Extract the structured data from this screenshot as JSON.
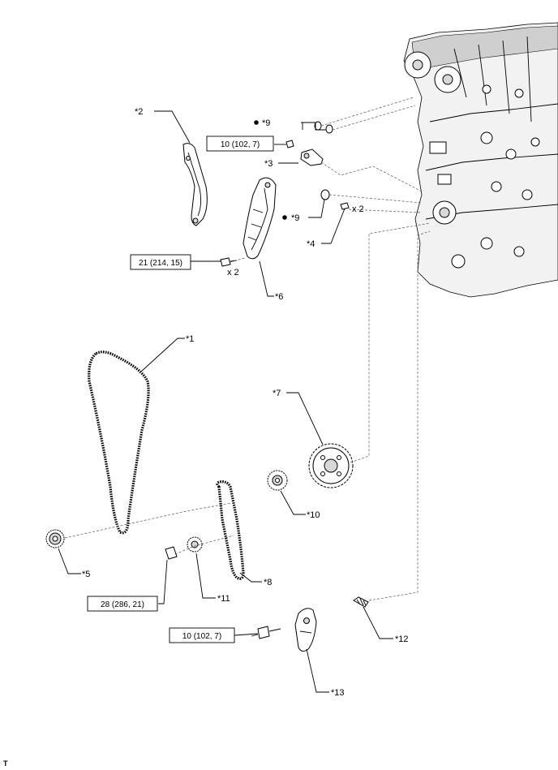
{
  "callouts": {
    "c1": "*1",
    "c2": "*2",
    "c3": "*3",
    "c4": "*4",
    "c5": "*5",
    "c6": "*6",
    "c7": "*7",
    "c8": "*8",
    "c9a": "*9",
    "c9b": "*9",
    "c10": "*10",
    "c11": "*11",
    "c12": "*12",
    "c13": "*13"
  },
  "quantities": {
    "pin_qty": "x 2",
    "bolt_qty": "x 2"
  },
  "torque_specs": {
    "t1": "10 (102, 7)",
    "t2": "21 (214, 15)",
    "t3": "28 (286, 21)",
    "t4": "10 (102, 7)"
  },
  "footer_mark": "T",
  "colors": {
    "ink": "#000000",
    "dashed_leader": "#555555",
    "engine_fill": "#f2f2f2"
  }
}
